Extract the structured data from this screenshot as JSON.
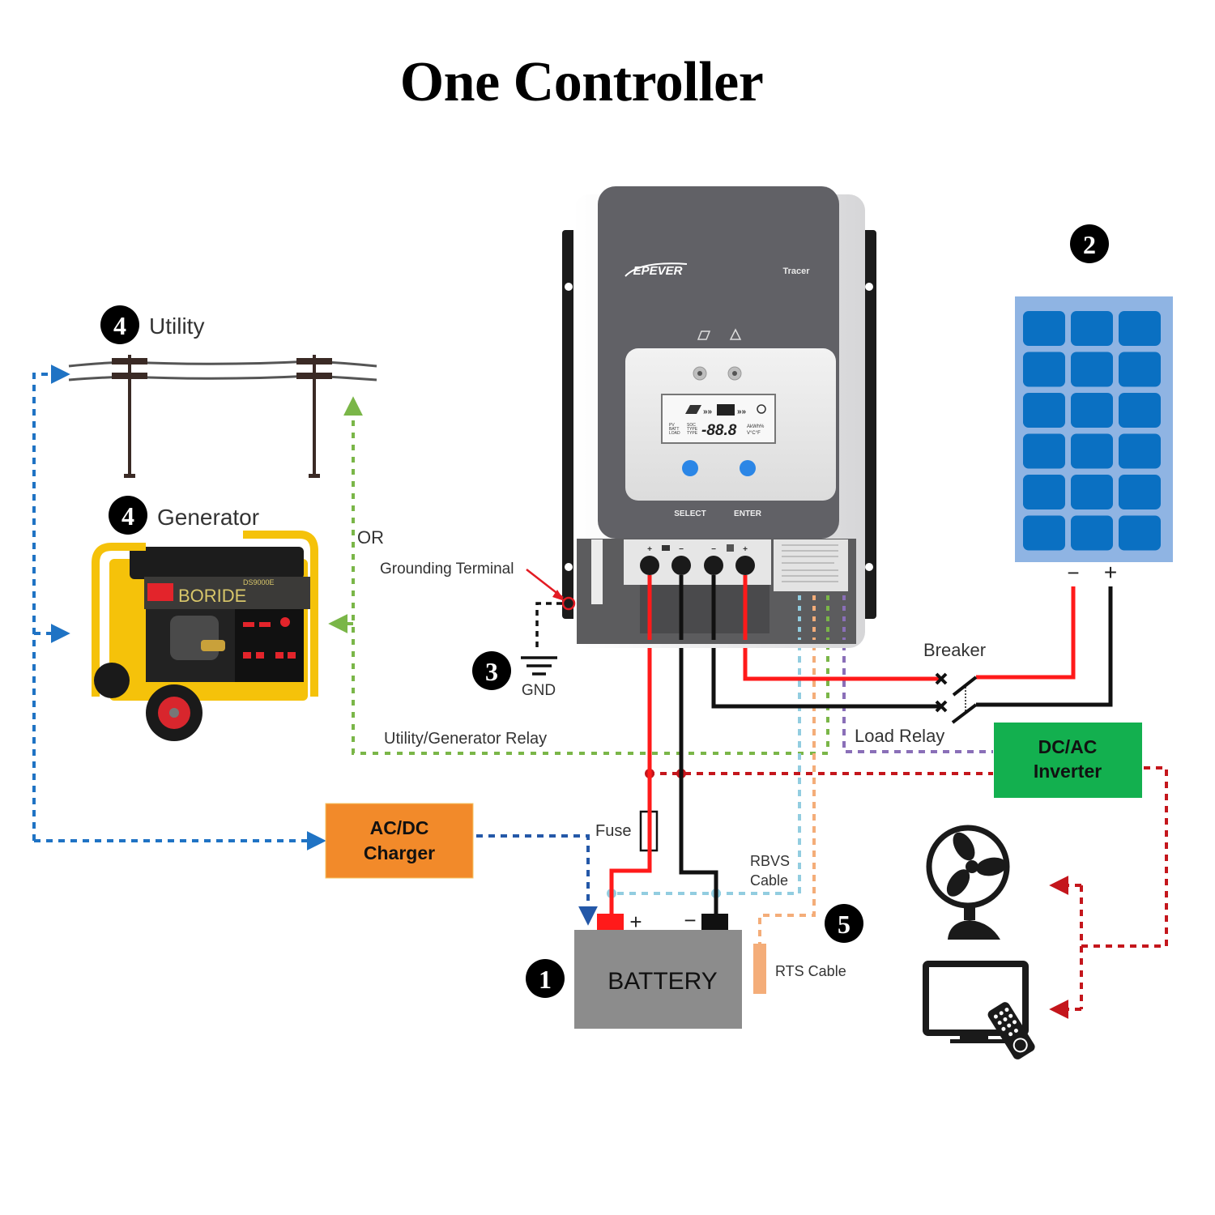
{
  "title": "One Controller",
  "controller": {
    "brand": "EPEVER",
    "model": "Tracer",
    "lcd_value": "-88.8",
    "lcd_units_top": "AkWh%",
    "lcd_units_bottom": "V°C°F",
    "lcd_left_labels": [
      "PV",
      "BATT",
      "LOAD"
    ],
    "lcd_mid_labels": [
      "SOC",
      "TYPE",
      "TYPE"
    ],
    "buttons": [
      "SELECT",
      "ENTER"
    ],
    "terminal_signs": [
      "+",
      "−",
      "−",
      "+"
    ]
  },
  "markers": {
    "battery": "1",
    "solar": "2",
    "ground": "3",
    "utility": "4",
    "generator": "4",
    "rts": "5"
  },
  "labels": {
    "utility": "Utility",
    "generator": "Generator",
    "or": "OR",
    "grounding_terminal": "Grounding Terminal",
    "gnd": "GND",
    "utility_generator_relay": "Utility/Generator Relay",
    "breaker": "Breaker",
    "load_relay": "Load Relay",
    "fuse": "Fuse",
    "rbvs_line1": "RBVS",
    "rbvs_line2": "Cable",
    "rts_cable": "RTS Cable",
    "battery": "BATTERY",
    "battery_plus": "+",
    "battery_minus": "−",
    "solar_minus": "−",
    "solar_plus": "+"
  },
  "boxes": {
    "charger_line1": "AC/DC",
    "charger_line2": "Charger",
    "inverter_line1": "DC/AC",
    "inverter_line2": "Inverter"
  },
  "generator": {
    "brand": "BORIDE",
    "model": "DS9000E"
  },
  "colors": {
    "positive_wire": "#ff1a1a",
    "negative_wire": "#111111",
    "utility_flow": "#1f73c4",
    "relay_green": "#7ab648",
    "rbvs_cable": "#92cde0",
    "rts_cable": "#f4ad79",
    "load_relay": "#8a6fb8",
    "ac_output": "#c4161c",
    "charger_box": "#f28a2a",
    "inverter_box": "#13b04f",
    "solar_frame": "#8fb4e3",
    "solar_cell": "#0a70c2",
    "battery_body": "#8c8c8c",
    "controller_body": "#616166"
  }
}
